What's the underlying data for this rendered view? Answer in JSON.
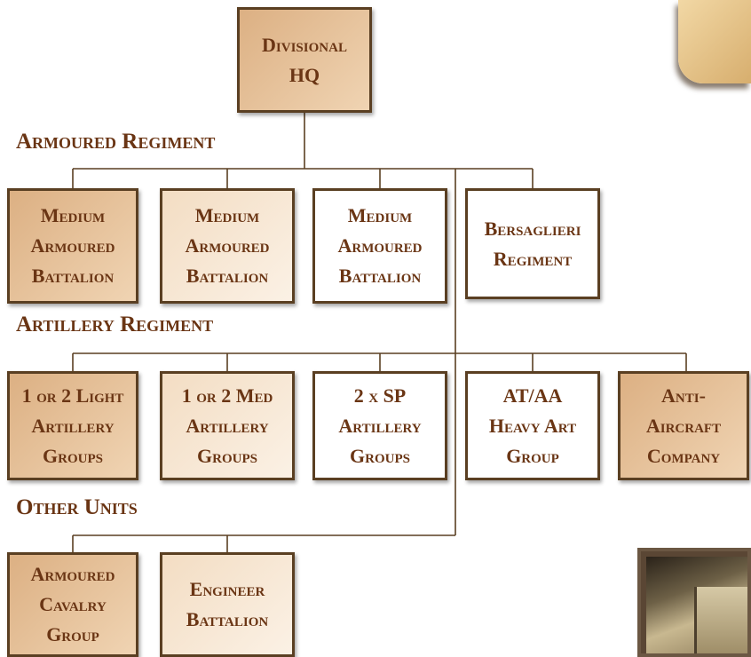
{
  "hq": {
    "label": "Divisional\nHQ"
  },
  "sections": {
    "armoured": "Armoured Regiment",
    "artillery": "Artillery Regiment",
    "other": "Other Units"
  },
  "armoured_units": [
    {
      "label": "Medium\nArmoured\nBattalion"
    },
    {
      "label": "Medium\nArmoured\nBattalion"
    },
    {
      "label": "Medium\nArmoured\nBattalion"
    },
    {
      "label": "Bersaglieri\nRegiment"
    }
  ],
  "artillery_units": [
    {
      "label": "1 or 2 Light\nArtillery\nGroups"
    },
    {
      "label": "1 or 2 Med\nArtillery\nGroups"
    },
    {
      "label": "2 x SP\nArtillery\nGroups"
    },
    {
      "label": "AT/AA\nHeavy Art\nGroup"
    },
    {
      "label": "Anti-\nAircraft\nCompany"
    }
  ],
  "other_units": [
    {
      "label": "Armoured\nCavalry\nGroup"
    },
    {
      "label": "Engineer\nBattalion"
    }
  ]
}
